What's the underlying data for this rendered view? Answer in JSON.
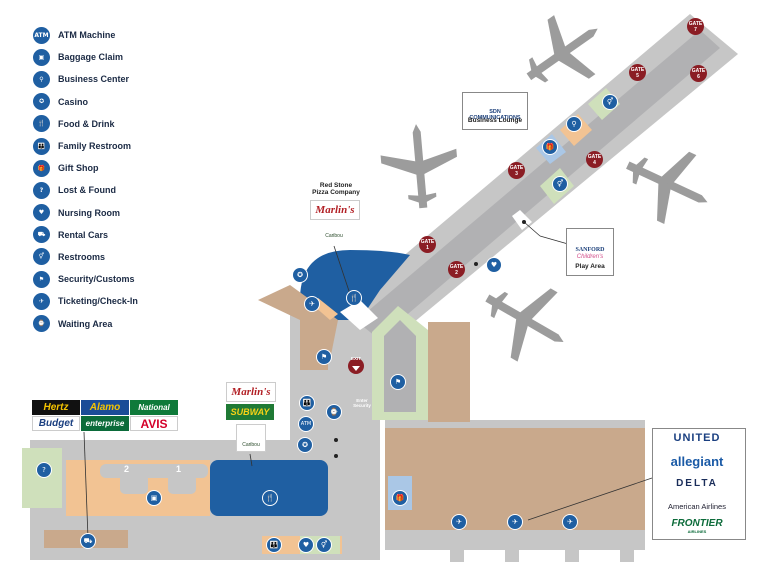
{
  "legend": {
    "items": [
      {
        "label": "ATM Machine",
        "icon": "atm-icon",
        "glyph": "ATM"
      },
      {
        "label": "Baggage Claim",
        "icon": "baggage-icon",
        "glyph": "▣"
      },
      {
        "label": "Business Center",
        "icon": "business-center-icon",
        "glyph": "⚲"
      },
      {
        "label": "Casino",
        "icon": "casino-icon",
        "glyph": "✪"
      },
      {
        "label": "Food & Drink",
        "icon": "food-drink-icon",
        "glyph": "🍴"
      },
      {
        "label": "Family Restroom",
        "icon": "family-restroom-icon",
        "glyph": "👪"
      },
      {
        "label": "Gift Shop",
        "icon": "gift-shop-icon",
        "glyph": "🎁"
      },
      {
        "label": "Lost & Found",
        "icon": "lost-found-icon",
        "glyph": "?"
      },
      {
        "label": "Nursing Room",
        "icon": "nursing-room-icon",
        "glyph": "♥"
      },
      {
        "label": "Rental Cars",
        "icon": "rental-car-icon",
        "glyph": "⛟"
      },
      {
        "label": "Restrooms",
        "icon": "restroom-icon",
        "glyph": "⚥"
      },
      {
        "label": "Security/Customs",
        "icon": "security-icon",
        "glyph": "⚑"
      },
      {
        "label": "Ticketing/Check-In",
        "icon": "ticketing-icon",
        "glyph": "✈"
      },
      {
        "label": "Waiting Area",
        "icon": "waiting-area-icon",
        "glyph": "⌚"
      }
    ]
  },
  "gates": [
    {
      "word": "GATE",
      "num": "1"
    },
    {
      "word": "GATE",
      "num": "2"
    },
    {
      "word": "GATE",
      "num": "3"
    },
    {
      "word": "GATE",
      "num": "4"
    },
    {
      "word": "GATE",
      "num": "5"
    },
    {
      "word": "GATE",
      "num": "6"
    },
    {
      "word": "GATE",
      "num": "7"
    }
  ],
  "labels": {
    "red_stone": "Red Stone\nPizza Company",
    "marlins_top": "Marlin's",
    "marlins_left": "Marlin's",
    "subway": "SUBWAY",
    "caribou": "Caribou",
    "sdn_line1": "SDN COMMUNICATIONS",
    "sdn_line2": "Business Lounge",
    "sanford_line1": "SANFORD",
    "sanford_line2": "Children's",
    "sanford_line3": "Play Area",
    "exit": "EXIT",
    "enter_security": "Enter\nSecurity",
    "baggage_1": "1",
    "baggage_2": "2",
    "atm": "ATM"
  },
  "rental_cars": [
    "Hertz",
    "Alamo",
    "National",
    "Budget",
    "enterprise",
    "AVIS"
  ],
  "airlines": [
    "UNITED",
    "allegiant",
    "DELTA",
    "American Airlines",
    "FRONTIER",
    "AIRLINES"
  ],
  "colors": {
    "gray_floor": "#c6c6c6",
    "concourse": "#b1b1b3",
    "blue_area": "#1f5fa2",
    "peach_area": "#f2c393",
    "tan_area": "#c9a98c",
    "green_area": "#cfe0bb",
    "gate_red": "#8b1d24",
    "plane_gray": "#9c9c9c"
  }
}
